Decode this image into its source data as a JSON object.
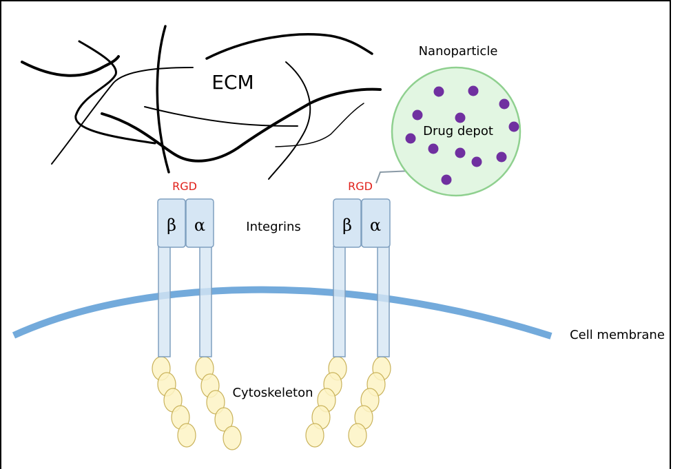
{
  "labels": {
    "ecm": "ECM",
    "nanoparticle": "Nanoparticle",
    "drug_depot": "Drug depot",
    "integrins": "Integrins",
    "cell_membrane": "Cell membrane",
    "cytoskeleton": "Cytoskeleton"
  },
  "integrin_left": {
    "ligand": "RGD",
    "beta": "β",
    "alpha": "α"
  },
  "integrin_right": {
    "ligand": "RGD",
    "beta": "β",
    "alpha": "α"
  },
  "colors": {
    "rgd": "#e0201a",
    "membrane": "#5b9bd5",
    "integrin_fill": "#d6e6f4",
    "integrin_stroke": "#7f9fbf",
    "nanoparticle_fill": "#e2f6e2",
    "nanoparticle_stroke": "#8fd08f",
    "drug": "#7030a0",
    "actin_fill": "#fdf3c4",
    "actin_stroke": "#c9b25a",
    "fiber": "#000000"
  },
  "icons": {
    "ecm": "fiber-network-icon",
    "nanoparticle": "sphere-icon",
    "drug": "dot-icon",
    "actin": "ellipse-chain-icon"
  }
}
